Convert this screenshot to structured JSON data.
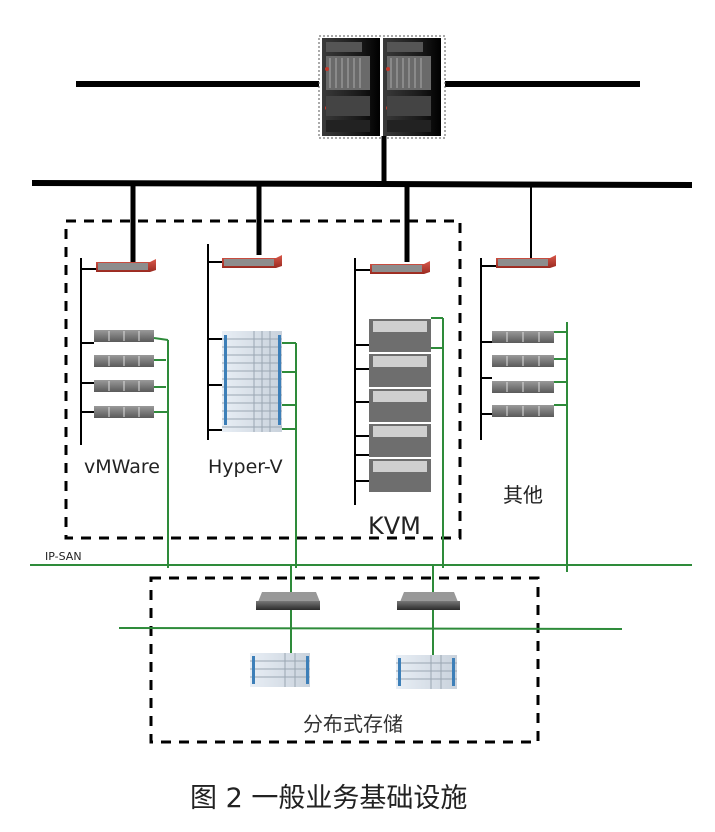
{
  "diagram": {
    "caption": "图 2   一般业务基础设施",
    "groups": {
      "vmware": "vMWare",
      "hyperv": "Hyper-V",
      "kvm": "KVM",
      "other": "其他"
    },
    "network_label": "IP-SAN",
    "storage_label": "分布式存储",
    "colors": {
      "backbone": "#000000",
      "san_link": "#2e8b3a",
      "switch": "#c0392b",
      "dashed_box": "#000000"
    }
  }
}
